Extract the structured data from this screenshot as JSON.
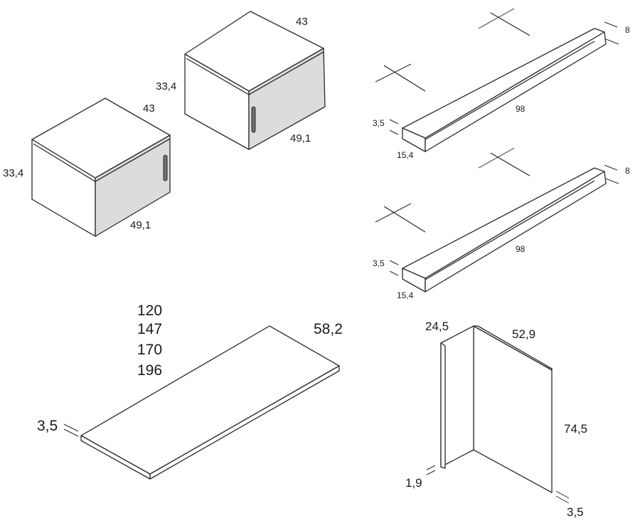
{
  "cabinet_small": {
    "depth": "43",
    "height": "33,4",
    "width": "49,1"
  },
  "cabinet_large": {
    "depth": "43",
    "height": "33,4",
    "width": "49,1"
  },
  "shelf_top": {
    "length": "98",
    "height": "8",
    "thickness": "3,5",
    "depth": "15,4"
  },
  "shelf_bottom": {
    "length": "98",
    "height": "8",
    "thickness": "3,5",
    "depth": "15,4"
  },
  "tabletop": {
    "lengths": [
      "120",
      "147",
      "170",
      "196"
    ],
    "depth": "58,2",
    "thickness": "3,5"
  },
  "side_panel": {
    "top_depth": "24,5",
    "depth": "52,9",
    "height": "74,5",
    "inner_thickness": "1,9",
    "thickness": "3,5"
  }
}
